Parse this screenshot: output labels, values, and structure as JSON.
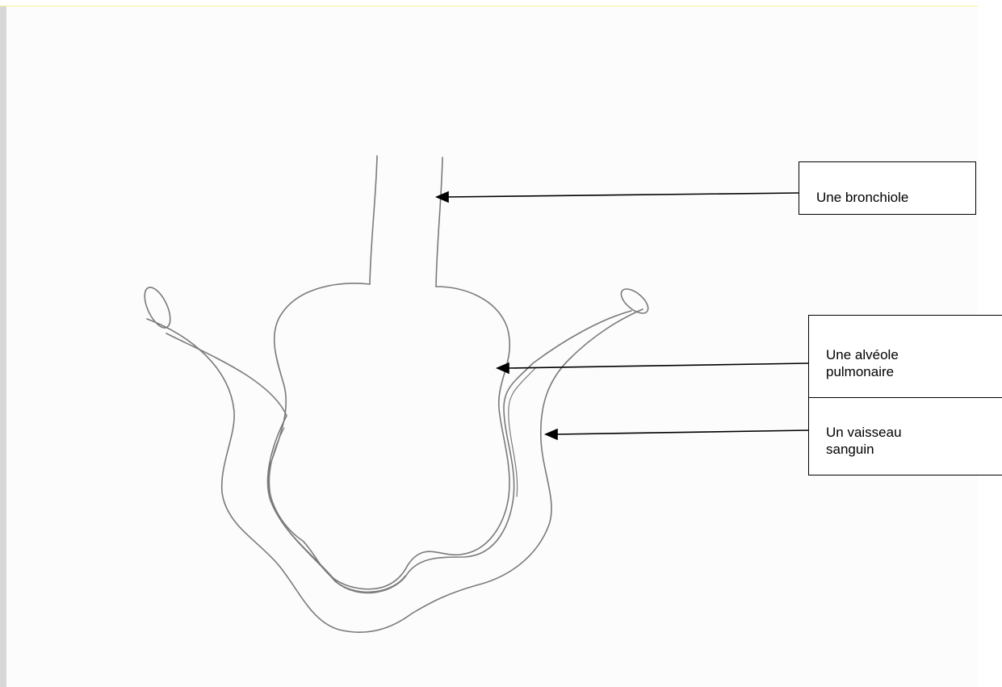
{
  "labels": {
    "bronchiole": {
      "text": "Une bronchiole"
    },
    "alveole": {
      "line1": "Une alvéole",
      "line2": "pulmonaire"
    },
    "vaisseau": {
      "line1": "Un vaisseau",
      "line2": "sanguin"
    }
  },
  "colors": {
    "sketch_stroke": "#7a7a7a",
    "arrow": "#000000",
    "box_border": "#000000"
  }
}
